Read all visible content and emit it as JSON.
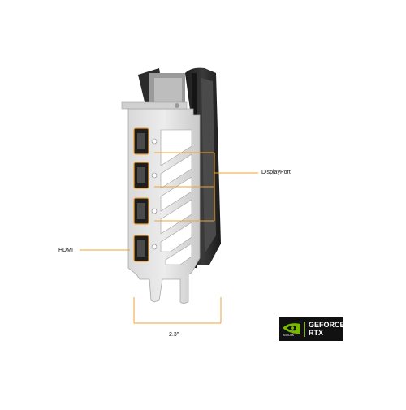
{
  "callouts": {
    "displayport": "DisplayPort",
    "hdmi": "HDMI",
    "width": "2.3\""
  },
  "badge": {
    "brand": "NVIDIA",
    "line1": "GEFORCE",
    "line2": "RTX"
  },
  "colors": {
    "callout_line": "#f0a030",
    "port_highlight": "#f0a030",
    "bracket": "#c8c8c8",
    "shroud": "#2a2a2a",
    "badge_bg": "#111111",
    "nvidia_green": "#76b900"
  },
  "icons": [
    "graphics-card-bracket",
    "displayport-port",
    "hdmi-port",
    "nvidia-eye-logo"
  ]
}
